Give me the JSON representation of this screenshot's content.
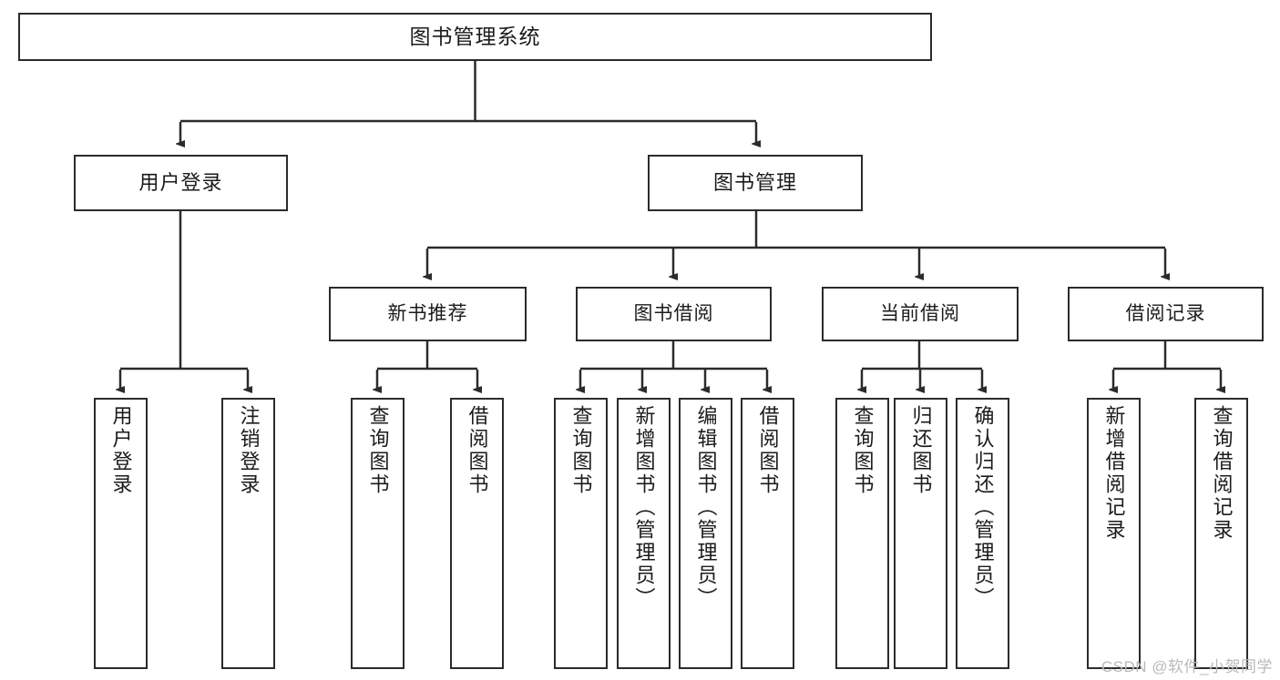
{
  "diagram": {
    "title": "图书管理系统",
    "type": "tree",
    "colors": {
      "box_border": "#2b2b2b",
      "box_fill": "#ffffff",
      "connector": "#2b2b2b",
      "text": "#1b1b1b",
      "watermark": "#b9b9b9"
    },
    "root": {
      "label": "图书管理系统"
    },
    "level2": [
      {
        "label": "用户登录"
      },
      {
        "label": "图书管理"
      }
    ],
    "level3": [
      {
        "label": "新书推荐"
      },
      {
        "label": "图书借阅"
      },
      {
        "label": "当前借阅"
      },
      {
        "label": "借阅记录"
      }
    ],
    "leaves": {
      "user_login": [
        {
          "label": "用户登录"
        },
        {
          "label": "注销登录"
        }
      ],
      "new_book_recommend": [
        {
          "label": "查询图书"
        },
        {
          "label": "借阅图书"
        }
      ],
      "book_borrow": [
        {
          "label": "查询图书"
        },
        {
          "label": "新增图书（管理员）"
        },
        {
          "label": "编辑图书（管理员）"
        },
        {
          "label": "借阅图书"
        }
      ],
      "current_borrow": [
        {
          "label": "查询图书"
        },
        {
          "label": "归还图书"
        },
        {
          "label": "确认归还（管理员）"
        }
      ],
      "borrow_record": [
        {
          "label": "新增借阅记录"
        },
        {
          "label": "查询借阅记录"
        }
      ]
    }
  },
  "watermark": {
    "text": "CSDN @软件_小贺同学"
  }
}
